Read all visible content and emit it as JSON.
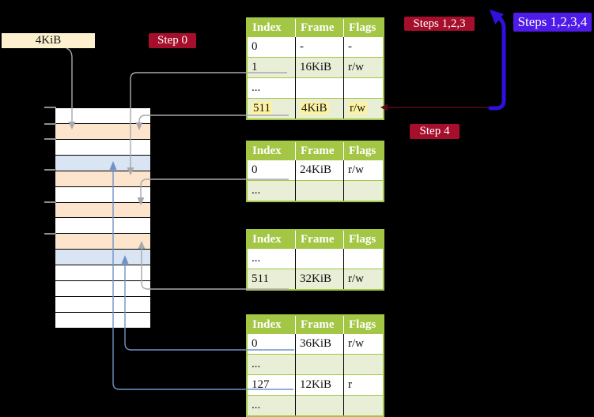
{
  "page_box": {
    "label": "4KiB"
  },
  "badges": {
    "step0": "Step 0",
    "steps_123": "Steps 1,2,3",
    "steps_1234": "Steps 1,2,3,4",
    "step4": "Step 4"
  },
  "memory": {
    "rows": [
      "white",
      "orange",
      "white",
      "blue",
      "orange",
      "white",
      "orange",
      "white",
      "orange",
      "blue",
      "white",
      "white",
      "white",
      "white"
    ],
    "ticks": [
      135,
      156,
      175,
      214,
      255,
      295
    ]
  },
  "tables": [
    {
      "name": "page-table-level-4",
      "headers": [
        "Index",
        "Frame",
        "Flags"
      ],
      "rows": [
        {
          "cells": [
            "0",
            "-",
            "-"
          ],
          "highlighted": false
        },
        {
          "cells": [
            "1",
            "16KiB",
            "r/w"
          ],
          "highlighted": false
        },
        {
          "cells": [
            "...",
            "",
            ""
          ],
          "highlighted": false
        },
        {
          "cells": [
            "511",
            "4KiB",
            "r/w"
          ],
          "highlighted": true
        }
      ]
    },
    {
      "name": "page-table-level-3",
      "headers": [
        "Index",
        "Frame",
        "Flags"
      ],
      "rows": [
        {
          "cells": [
            "0",
            "24KiB",
            "r/w"
          ],
          "highlighted": false
        },
        {
          "cells": [
            "...",
            "",
            ""
          ],
          "highlighted": false
        }
      ]
    },
    {
      "name": "page-table-level-2",
      "headers": [
        "Index",
        "Frame",
        "Flags"
      ],
      "rows": [
        {
          "cells": [
            "...",
            "",
            ""
          ],
          "highlighted": false
        },
        {
          "cells": [
            "511",
            "32KiB",
            "r/w"
          ],
          "highlighted": false
        }
      ]
    },
    {
      "name": "page-table-level-1",
      "headers": [
        "Index",
        "Frame",
        "Flags"
      ],
      "rows": [
        {
          "cells": [
            "0",
            "36KiB",
            "r/w"
          ],
          "highlighted": false
        },
        {
          "cells": [
            "...",
            "",
            ""
          ],
          "highlighted": false
        },
        {
          "cells": [
            "127",
            "12KiB",
            "r"
          ],
          "highlighted": false
        },
        {
          "cells": [
            "...",
            "",
            ""
          ],
          "highlighted": false
        }
      ]
    }
  ],
  "colors": {
    "background": "#000000",
    "table_header_green": "#a3c645",
    "table_row_green": "#e9eed7",
    "memory_orange": "#fce4cd",
    "memory_blue": "#d9e5f3",
    "label_cream": "#fdf0cf",
    "badge_red": "#a50f2b",
    "badge_blue": "#4f1be8",
    "highlight_yellow": "#fdf2a2",
    "arrow_blue_thick": "#2e10df",
    "connector_grey": "#a9a9ad",
    "connector_steel_blue": "#7191c9",
    "arrow_dark_red": "#5c0a18"
  }
}
